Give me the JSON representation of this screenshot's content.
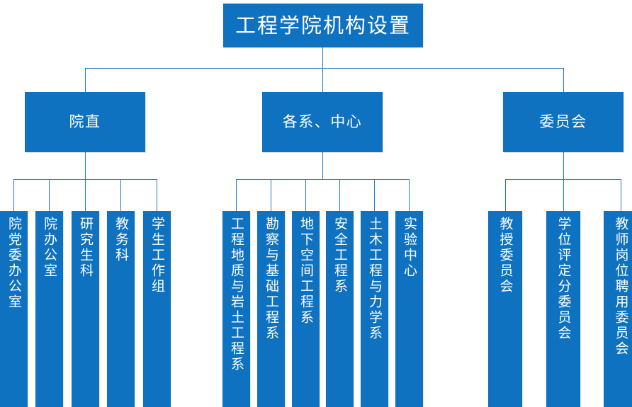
{
  "chart_data": {
    "type": "diagram",
    "diagram_kind": "organization-chart",
    "title": "工程学院机构设置",
    "orientation": "top-down",
    "accent_color": "#0F72C0",
    "connector_color": "#1F7BC0",
    "text_color": "#FFFFFF",
    "background": "#FFFFFF",
    "levels": 3,
    "node_count": 18
  },
  "root": {
    "label": "工程学院机构设置"
  },
  "branches": [
    {
      "id": "branch-yuanzhi",
      "label": "院直",
      "children": [
        {
          "label": "院党委办公室"
        },
        {
          "label": "院办公室"
        },
        {
          "label": "研究生科"
        },
        {
          "label": "教务科"
        },
        {
          "label": "学生工作组"
        }
      ]
    },
    {
      "id": "branch-xizhongxin",
      "label": "各系、中心",
      "children": [
        {
          "label": "工程地质与岩土工程系"
        },
        {
          "label": "勘察与基础工程系"
        },
        {
          "label": "地下空间工程系"
        },
        {
          "label": "安全工程系"
        },
        {
          "label": "土木工程与力学系"
        },
        {
          "label": "实验中心"
        }
      ]
    },
    {
      "id": "branch-weiyuanhui",
      "label": "委员会",
      "children": [
        {
          "label": "教授委员会"
        },
        {
          "label": "学位评定分委员会"
        },
        {
          "label": "教师岗位聘用委员会"
        }
      ]
    }
  ]
}
